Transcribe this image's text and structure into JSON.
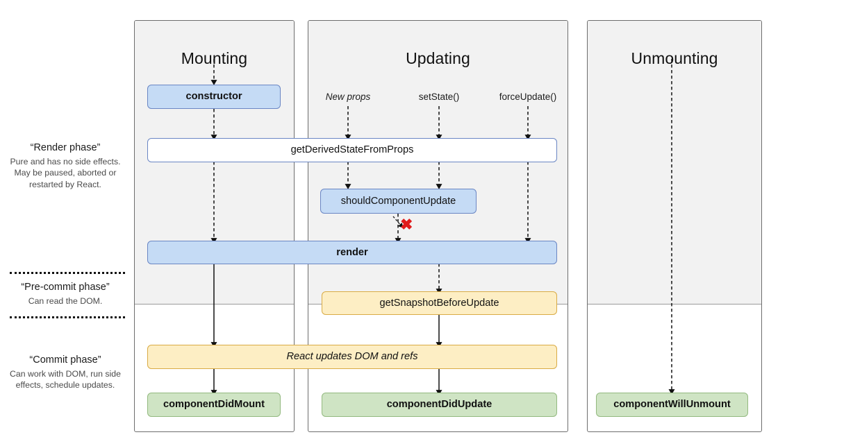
{
  "legend": [
    {
      "title": "“Render phase”",
      "desc": "Pure and has no side effects. May be paused, aborted or restarted by React."
    },
    {
      "title": "“Pre-commit phase”",
      "desc": "Can read the DOM."
    },
    {
      "title": "“Commit phase”",
      "desc": "Can work with DOM, run side effects, schedule updates."
    }
  ],
  "columns": [
    {
      "title": "Mounting"
    },
    {
      "title": "Updating"
    },
    {
      "title": "Unmounting"
    }
  ],
  "triggers": [
    {
      "label": "New props",
      "style": "italic"
    },
    {
      "label": "setState()",
      "style": "normal"
    },
    {
      "label": "forceUpdate()",
      "style": "normal"
    }
  ],
  "nodes": {
    "constructor": "constructor",
    "get_derived_state": "getDerivedStateFromProps",
    "should_component_update": "shouldComponentUpdate",
    "render": "render",
    "get_snapshot": "getSnapshotBeforeUpdate",
    "react_updates_dom": "React updates DOM and refs",
    "component_did_mount": "componentDidMount",
    "component_did_update": "componentDidUpdate",
    "component_will_unmount": "componentWillUnmount"
  },
  "markers": {
    "skip_render_x": "✖"
  },
  "colors": {
    "blue_fill": "#c5dbf5",
    "blue_border": "#6a86c4",
    "yellow_fill": "#fdeec4",
    "yellow_border": "#d9ab45",
    "green_fill": "#cfe4c4",
    "green_border": "#93b97f",
    "column_header_bg": "#f2f2f2",
    "x_mark": "#e01b1b"
  }
}
